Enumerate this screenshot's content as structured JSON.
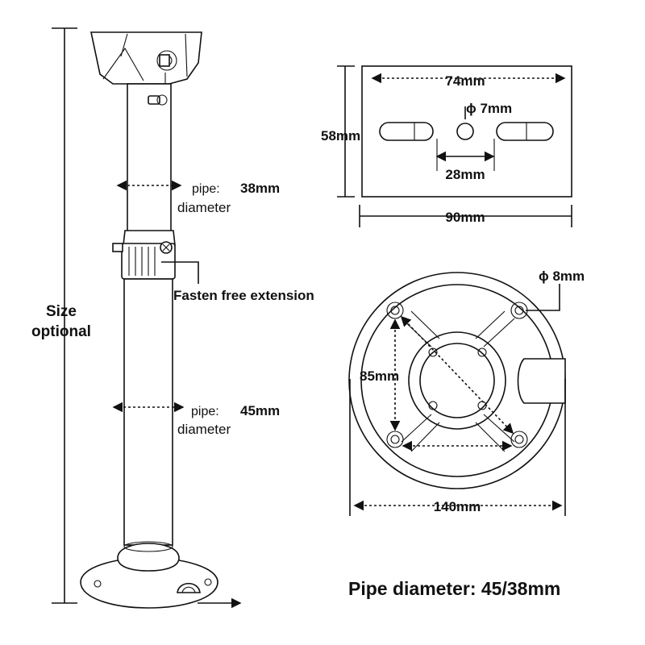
{
  "labels": {
    "size_line1": "Size",
    "size_line2": "optional",
    "pipe_top_label": "pipe:",
    "pipe_top_value": "38mm",
    "pipe_top_sub": "diameter",
    "fasten": "Fasten free extension",
    "pipe_bottom_label": "pipe:",
    "pipe_bottom_value": "45mm",
    "pipe_bottom_sub": "diameter",
    "plate_width_top": "74mm",
    "plate_hole": "ϕ 7mm",
    "plate_height": "58mm",
    "plate_slot_gap": "28mm",
    "plate_width": "90mm",
    "base_hole": "ϕ 8mm",
    "base_diag": "85mm",
    "base_width": "140mm",
    "footer": "Pipe diameter: 45/38mm"
  },
  "colors": {
    "line": "#111111",
    "background": "#ffffff"
  }
}
